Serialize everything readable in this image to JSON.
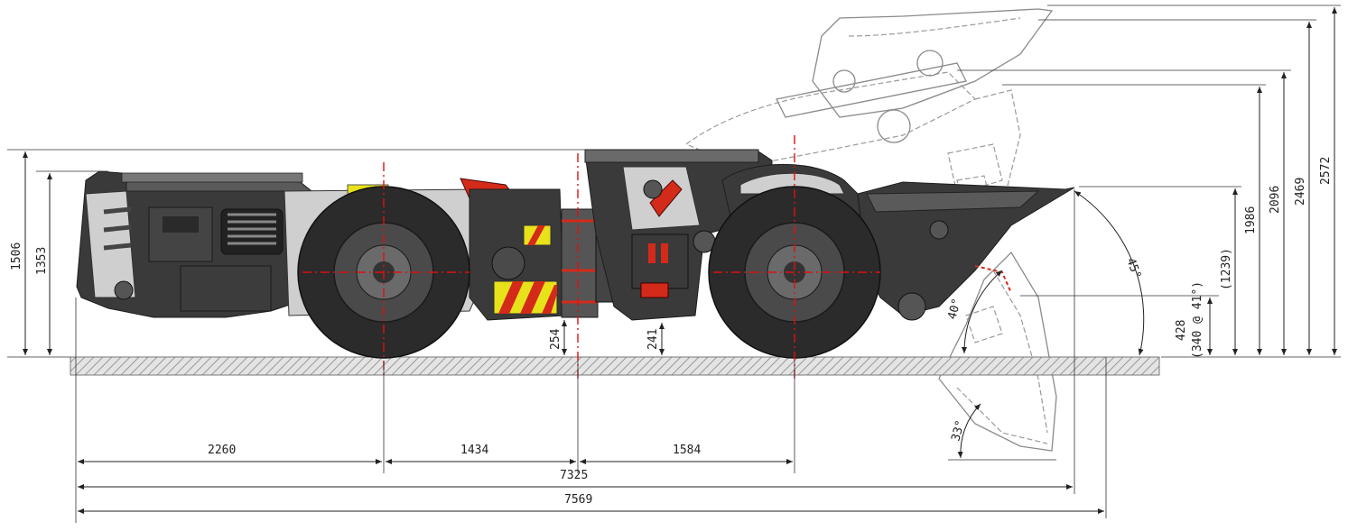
{
  "dimensions": {
    "height_overall": "1506",
    "height_canopy": "1353",
    "front_overhang": "2260",
    "rear_to_pivot": "1434",
    "pivot_to_front_axle": "1584",
    "length_bucket_lowered": "7325",
    "length_overall": "7569",
    "ground_clearance_pivot": "254",
    "ground_clearance_front": "241",
    "dump_height": "428",
    "dump_reach_at_angle": "(340 @ 41°)",
    "hinge_height_lowered": "(1239)",
    "height_1986": "1986",
    "height_2096": "2096",
    "height_2469": "2469",
    "height_2572": "2572"
  },
  "angles": {
    "rollback_raised": "45°",
    "rollback_ground": "40°",
    "dump_angle": "33°"
  },
  "colors": {
    "centerline": "#e01010",
    "warning_yellow": "#e8e21a",
    "warning_red": "#d42a1a",
    "ground_hatch": "#bcbcbc"
  }
}
